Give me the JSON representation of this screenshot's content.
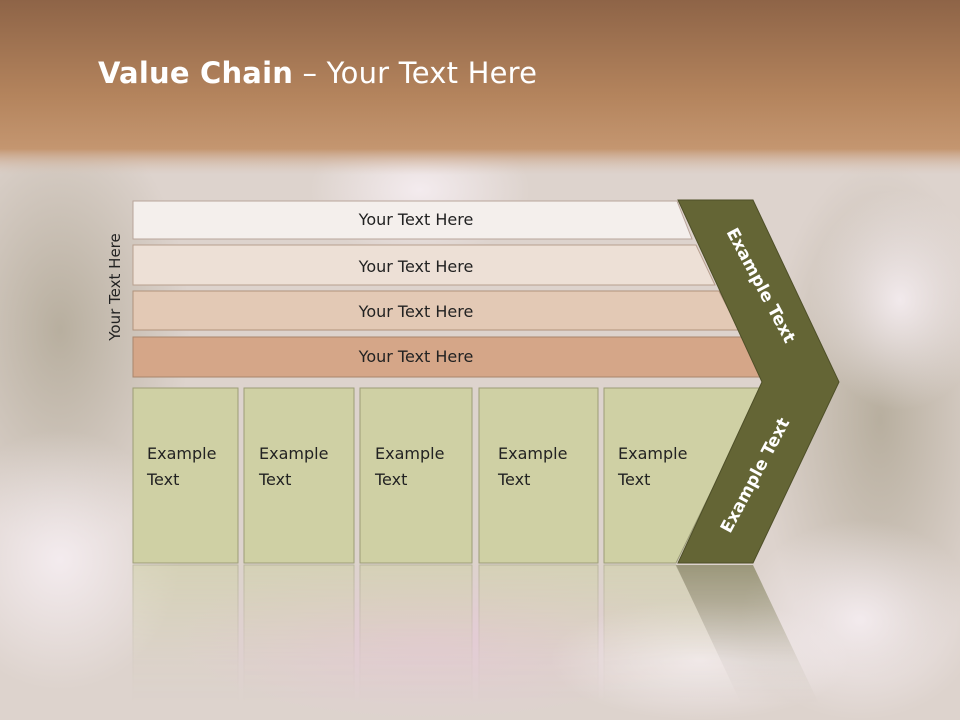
{
  "title": {
    "bold": "Value Chain",
    "rest": " – Your Text Here"
  },
  "side_label": "Your Text Here",
  "rows": [
    {
      "label": "Your Text Here",
      "fill": "#f4efec"
    },
    {
      "label": "Your Text Here",
      "fill": "#ede0d6"
    },
    {
      "label": "Your Text Here",
      "fill": "#e3c9b5"
    },
    {
      "label": "Your Text Here",
      "fill": "#d5a688"
    }
  ],
  "columns": [
    {
      "line1": "Example",
      "line2": "Text"
    },
    {
      "line1": "Example",
      "line2": "Text"
    },
    {
      "line1": "Example",
      "line2": "Text"
    },
    {
      "line1": "Example",
      "line2": "Text"
    },
    {
      "line1": "Example",
      "line2": "Text"
    }
  ],
  "chevron_upper_label": "Example Text",
  "chevron_lower_label": "Example Text",
  "colors": {
    "header_band": "#b2825c",
    "column_fill": "#cfd0a4",
    "chevron_fill": "#646535",
    "text_dark": "#222222",
    "text_light": "#ffffff"
  }
}
